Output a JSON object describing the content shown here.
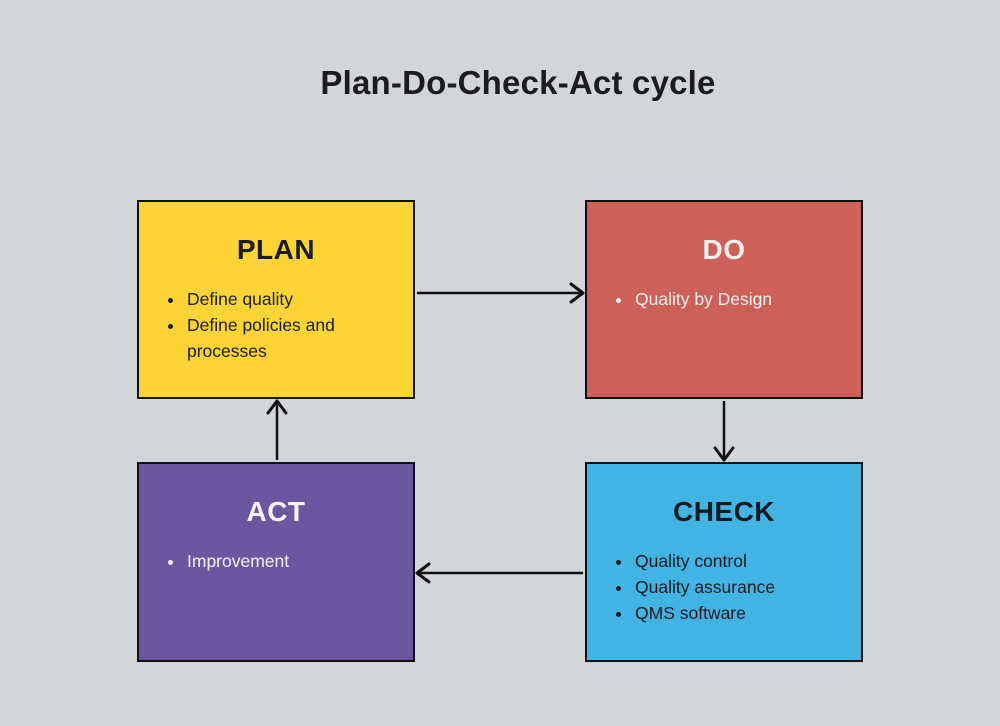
{
  "page": {
    "background": "#d2d6da",
    "title": "Plan-Do-Check-Act cycle",
    "title_color": "#1b1c1e"
  },
  "boxes": [
    {
      "id": "plan",
      "label": "PLAN",
      "bg": "#fcd436",
      "text_color": "#1c1c1c",
      "border_color": "#111111",
      "bullets": [
        "Define quality",
        "Define policies and processes"
      ]
    },
    {
      "id": "do",
      "label": "DO",
      "bg": "#cd6058",
      "text_color": "#f7f0ee",
      "border_color": "#111111",
      "bullets": [
        "Quality by Design"
      ]
    },
    {
      "id": "act",
      "label": "ACT",
      "bg": "#6a579f",
      "text_color": "#f5f1f8",
      "border_color": "#111111",
      "bullets": [
        "Improvement"
      ]
    },
    {
      "id": "check",
      "label": "CHECK",
      "bg": "#41b4e4",
      "text_color": "#15191c",
      "border_color": "#111111",
      "bullets": [
        "Quality control",
        "Quality assurance",
        "QMS software"
      ]
    }
  ],
  "arrows": {
    "color": "#111111",
    "items": [
      {
        "name": "plan-to-do",
        "direction": "right"
      },
      {
        "name": "do-to-check",
        "direction": "down"
      },
      {
        "name": "check-to-act",
        "direction": "left"
      },
      {
        "name": "act-to-plan",
        "direction": "up"
      }
    ]
  }
}
